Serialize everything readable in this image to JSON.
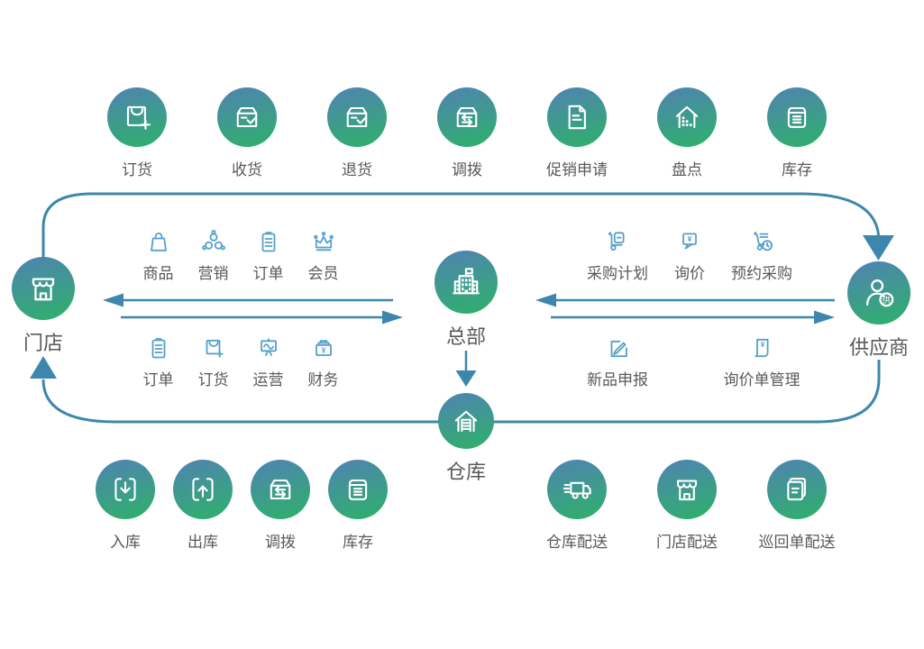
{
  "colors": {
    "line": "#3d87ad",
    "circle_gradient_top": "#4d86ad",
    "circle_gradient_bottom": "#30ae6e",
    "mini_icon": "#55a0ca",
    "text": "#595959"
  },
  "glyphs": {
    "yen": "¥",
    "supplier_badge": "供"
  },
  "top_row": [
    {
      "label": "订货",
      "icon": "bag-plus"
    },
    {
      "label": "收货",
      "icon": "box-check"
    },
    {
      "label": "退货",
      "icon": "box-check"
    },
    {
      "label": "调拨",
      "icon": "box-swap"
    },
    {
      "label": "促销申请",
      "icon": "doc-lines"
    },
    {
      "label": "盘点",
      "icon": "house-dots"
    },
    {
      "label": "库存",
      "icon": "box-lines"
    }
  ],
  "entities": {
    "store": {
      "label": "门店",
      "icon": "storefront"
    },
    "hq": {
      "label": "总部",
      "icon": "hq-building"
    },
    "supplier": {
      "label": "供应商",
      "icon": "supplier-person"
    },
    "warehouse": {
      "label": "仓库",
      "icon": "warehouse"
    }
  },
  "store_hq": {
    "row1": [
      {
        "label": "商品",
        "icon": "mini-bag"
      },
      {
        "label": "营销",
        "icon": "mini-marketing"
      },
      {
        "label": "订单",
        "icon": "mini-order"
      },
      {
        "label": "会员",
        "icon": "mini-crown"
      }
    ],
    "row2": [
      {
        "label": "订单",
        "icon": "mini-order"
      },
      {
        "label": "订货",
        "icon": "mini-bag-plus"
      },
      {
        "label": "运营",
        "icon": "mini-ops"
      },
      {
        "label": "财务",
        "icon": "mini-finance"
      }
    ]
  },
  "hq_supplier": {
    "row1": [
      {
        "label": "采购计划",
        "icon": "mini-purchase-plan"
      },
      {
        "label": "询价",
        "icon": "mini-inquiry"
      },
      {
        "label": "预约采购",
        "icon": "mini-reserve-purchase"
      }
    ],
    "row2": [
      {
        "label": "新品申报",
        "icon": "mini-new-product"
      },
      {
        "label": "询价单管理",
        "icon": "mini-inquiry-mgmt"
      }
    ]
  },
  "warehouse_ops": [
    {
      "label": "入库",
      "icon": "box-in"
    },
    {
      "label": "出库",
      "icon": "box-out"
    },
    {
      "label": "调拨",
      "icon": "box-swap"
    },
    {
      "label": "库存",
      "icon": "box-lines"
    }
  ],
  "delivery": [
    {
      "label": "仓库配送",
      "icon": "delivery-truck"
    },
    {
      "label": "门店配送",
      "icon": "storefront"
    },
    {
      "label": "巡回单配送",
      "icon": "stacked-docs"
    }
  ]
}
